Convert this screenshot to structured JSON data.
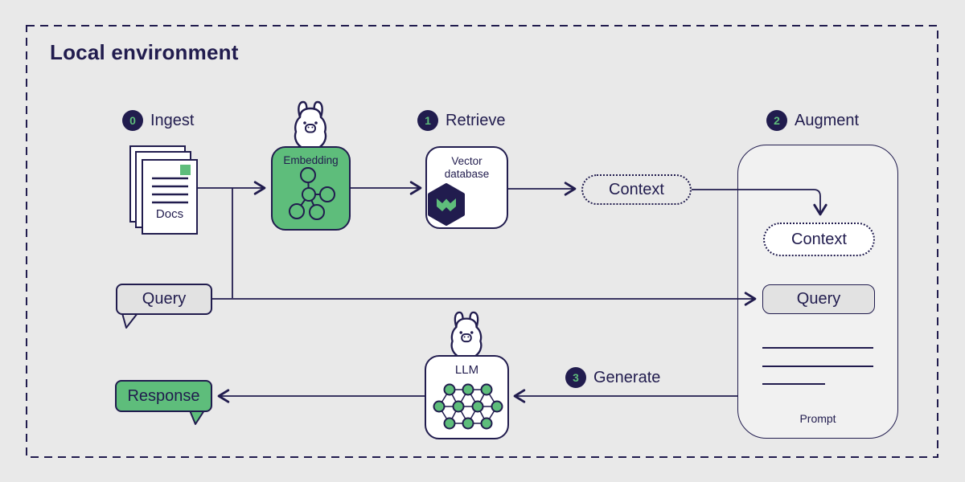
{
  "title": "Local environment",
  "steps": [
    {
      "num": "0",
      "label": "Ingest"
    },
    {
      "num": "1",
      "label": "Retrieve"
    },
    {
      "num": "2",
      "label": "Augment"
    },
    {
      "num": "3",
      "label": "Generate"
    }
  ],
  "nodes": {
    "docs": "Docs",
    "embedding": "Embedding",
    "vector_database": "Vector database",
    "context_retrieved": "Context",
    "context_in_prompt": "Context",
    "query_bubble": "Query",
    "query_in_prompt": "Query",
    "llm": "LLM",
    "prompt": "Prompt",
    "response": "Response"
  },
  "icons": {
    "docs": "docs-icon",
    "embedding": "molecule-icon",
    "vector_database": "vector-db-hexagon-icon",
    "llm": "neural-network-icon",
    "mascots": "llama-icon"
  },
  "colors": {
    "navy": "#211c4e",
    "green": "#5ebd7b",
    "background": "#e9e9e9",
    "panel": "#f1f1f1",
    "gray_bubble": "#e2e2e2",
    "white": "#ffffff"
  }
}
